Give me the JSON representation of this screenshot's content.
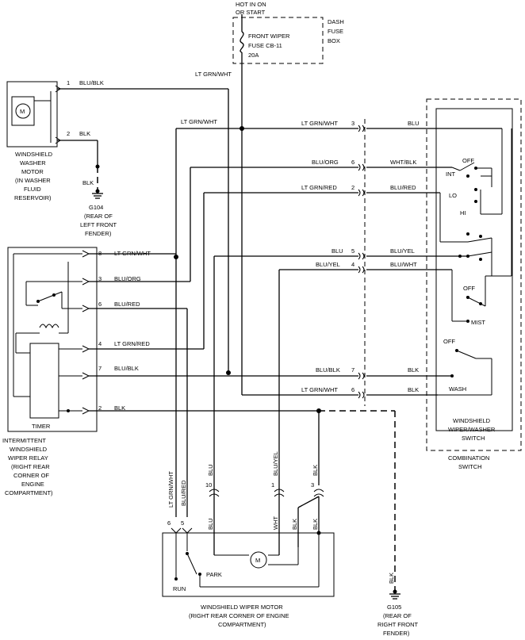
{
  "fuse": {
    "hot": [
      "HOT IN ON",
      "OR START"
    ],
    "label": [
      "FRONT WIPER",
      "FUSE CB-11",
      "20A"
    ],
    "box": [
      "DASH",
      "FUSE",
      "BOX"
    ]
  },
  "washer_motor": {
    "caption": [
      "WINDSHIELD",
      "WASHER",
      "MOTOR",
      "(IN WASHER",
      "FLUID",
      "RESERVOIR)"
    ],
    "motor_symbol": "M",
    "pin1": "1",
    "pin1_wire": "BLU/BLK",
    "pin2": "2",
    "pin2_wire": "BLK",
    "ground_wire": "BLK",
    "ground": [
      "G104",
      "(REAR OF",
      "LEFT FRONT",
      "FENDER)"
    ]
  },
  "relay": {
    "timer": "TIMER",
    "caption": [
      "INTERMITTENT",
      "WINDSHIELD",
      "WIPER RELAY",
      "(RIGHT REAR",
      "CORNER OF",
      "ENGINE",
      "COMPARTMENT)"
    ],
    "pins": [
      {
        "num": "8",
        "wire": "LT GRN/WHT"
      },
      {
        "num": "3",
        "wire": "BLU/ORG"
      },
      {
        "num": "6",
        "wire": "BLU/RED"
      },
      {
        "num": "4",
        "wire": "LT GRN/RED"
      },
      {
        "num": "7",
        "wire": "BLU/BLK"
      },
      {
        "num": "2",
        "wire": "BLK"
      }
    ]
  },
  "harness": {
    "lt_grn_wht_top": "LT GRN/WHT",
    "lt_grn_wht_2": "LT GRN/WHT",
    "vertical_lt_grn_wht": "LT GRN/WHT",
    "vertical_blu_red": "BLU/RED",
    "vertical_blu": "BLU",
    "vertical_blu_yel": "BLU/YEL",
    "vertical_blk": "BLK",
    "pin10": "10",
    "pin1": "1",
    "pin3": "3"
  },
  "switch": {
    "rows": [
      {
        "left": "LT GRN/WHT",
        "pin": "3",
        "right": "BLU"
      },
      {
        "left": "BLU/ORG",
        "pin": "6",
        "right": "WHT/BLK"
      },
      {
        "left": "LT GRN/RED",
        "pin": "2",
        "right": "BLU/RED"
      },
      {
        "left": "BLU",
        "pin": "5",
        "right": "BLU/YEL"
      },
      {
        "left": "BLU/YEL",
        "pin": "4",
        "right": "BLU/WHT"
      },
      {
        "left": "BLU/BLK",
        "pin": "7",
        "right": "BLK"
      },
      {
        "left": "LT GRN/WHT",
        "pin": "6",
        "right": "BLK"
      }
    ],
    "off1": "OFF",
    "int": "INT",
    "lo": "LO",
    "hi": "HI",
    "off2": "OFF",
    "mist": "MIST",
    "off3": "OFF",
    "wash": "WASH",
    "wiper_caption": [
      "WINDSHIELD",
      "WIPER/WASHER",
      "SWITCH"
    ],
    "combo_caption": [
      "COMBINATION",
      "SWITCH"
    ]
  },
  "wiper_motor": {
    "pin6": "6",
    "pin5": "5",
    "blu": "BLU",
    "wht": "WHT",
    "blk1": "BLK",
    "blk2": "BLK",
    "motor_symbol": "M",
    "park": "PARK",
    "run": "RUN",
    "caption": [
      "WINDSHIELD WIPER MOTOR",
      "(RIGHT REAR CORNER OF ENGINE",
      "COMPARTMENT)"
    ]
  },
  "ground_g105": {
    "wire": "BLK",
    "caption": [
      "G105",
      "(REAR OF",
      "RIGHT FRONT",
      "FENDER)"
    ]
  }
}
